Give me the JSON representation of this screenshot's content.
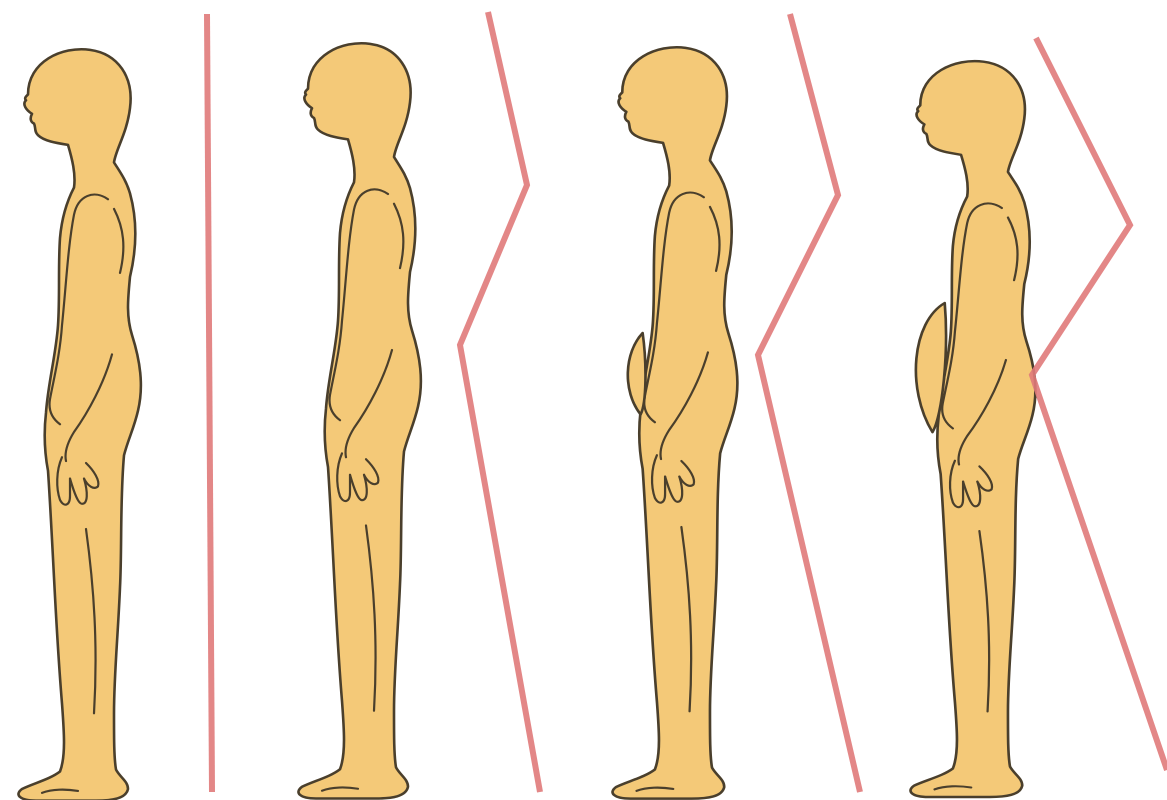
{
  "colors": {
    "skin": "#f4c978",
    "outline": "#4a3f2c",
    "posture_line": "#e07a7a",
    "background": "#ffffff"
  },
  "figures": [
    {
      "name": "posture-figure-1",
      "posture_line": "straight"
    },
    {
      "name": "posture-figure-2",
      "posture_line": "zigzag"
    },
    {
      "name": "posture-figure-3",
      "posture_line": "zigzag"
    },
    {
      "name": "posture-figure-4",
      "posture_line": "zigzag"
    }
  ]
}
